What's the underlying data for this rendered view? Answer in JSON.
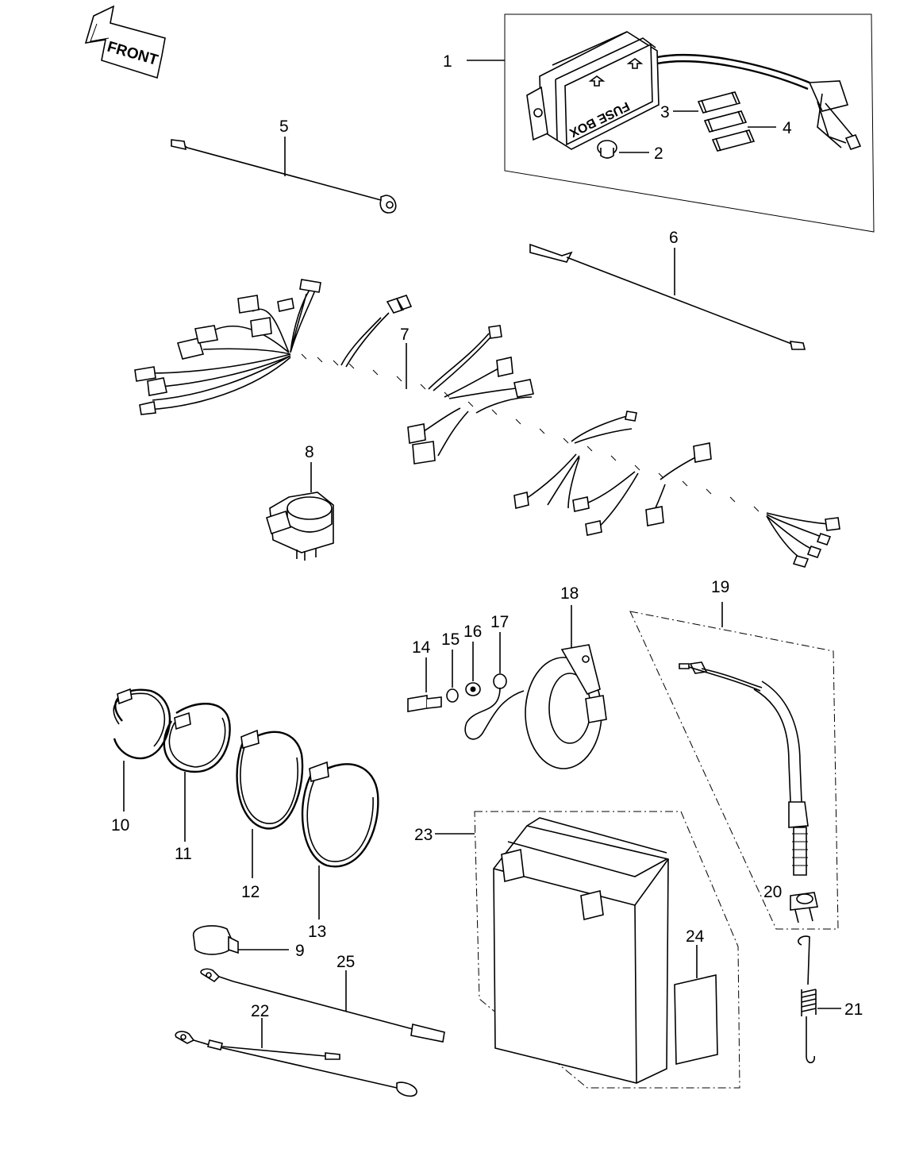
{
  "front_arrow": {
    "label": "FRONT"
  },
  "fuse_box": {
    "label": "FUSE BOX"
  },
  "callouts": {
    "c1": "1",
    "c2": "2",
    "c3": "3",
    "c4": "4",
    "c5": "5",
    "c6": "6",
    "c7": "7",
    "c8": "8",
    "c9": "9",
    "c10": "10",
    "c11": "11",
    "c12": "12",
    "c13": "13",
    "c14": "14",
    "c15": "15",
    "c16": "16",
    "c17": "17",
    "c18": "18",
    "c19": "19",
    "c20": "20",
    "c21": "21",
    "c22": "22",
    "c23": "23",
    "c24": "24",
    "c25": "25"
  }
}
